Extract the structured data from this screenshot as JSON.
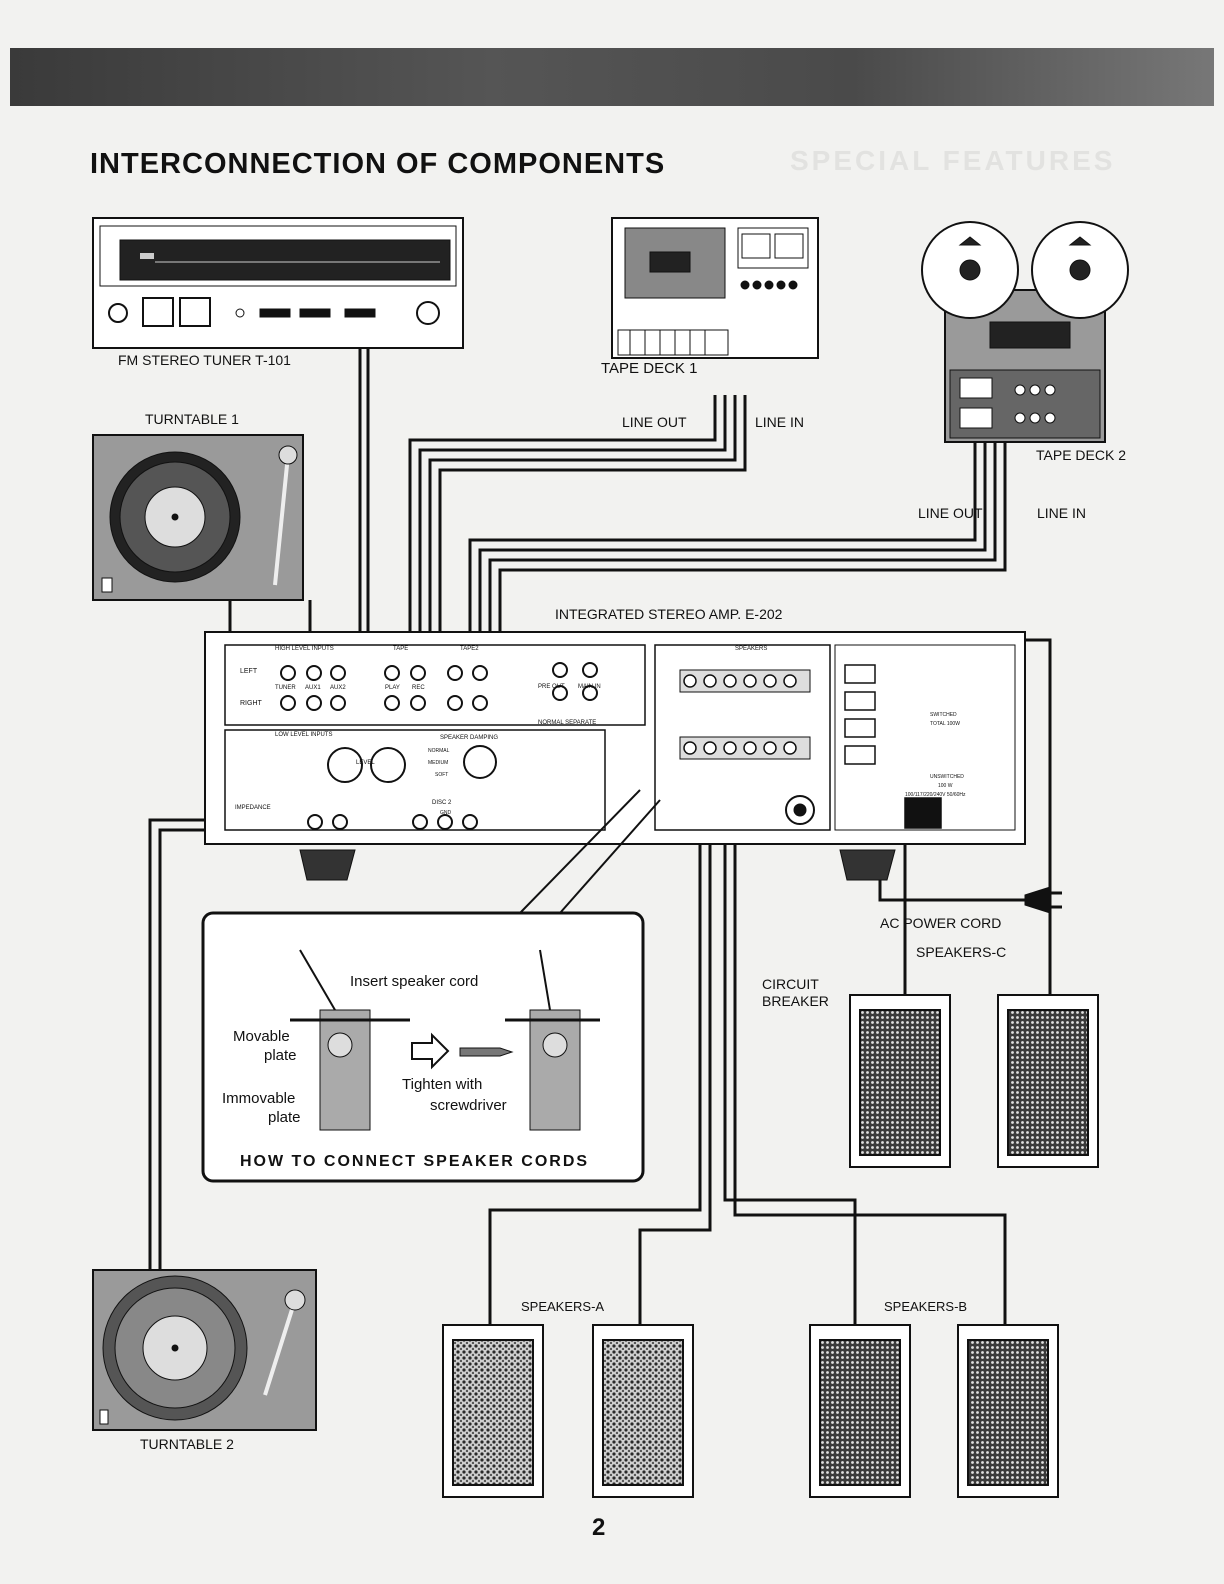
{
  "page": {
    "title": "INTERCONNECTION OF COMPONENTS",
    "bleed_title": "SPECIAL FEATURES",
    "page_number": "2"
  },
  "components": {
    "tuner": "FM STEREO TUNER T-101",
    "turntable1": "TURNTABLE 1",
    "turntable2": "TURNTABLE 2",
    "tape_deck1": "TAPE DECK 1",
    "tape_deck2": "TAPE DECK 2",
    "amp": "INTEGRATED STEREO AMP. E-202",
    "speakers_a": "SPEAKERS-A",
    "speakers_b": "SPEAKERS-B",
    "speakers_c": "SPEAKERS-C",
    "ac_cord": "AC POWER CORD",
    "circuit_breaker_1": "CIRCUIT",
    "circuit_breaker_2": "BREAKER"
  },
  "connections": {
    "deck1_out": "LINE OUT",
    "deck1_in": "LINE IN",
    "deck2_out": "LINE OUT",
    "deck2_in": "LINE IN"
  },
  "amp_panel": {
    "high_level_inputs": "HIGH LEVEL INPUTS",
    "left": "LEFT",
    "right": "RIGHT",
    "tuner": "TUNER",
    "aux1": "AUX1",
    "aux2": "AUX2",
    "tape": "TAPE",
    "tape2": "TAPE2",
    "play": "PLAY",
    "rec": "REC",
    "pre_out": "PRE OUT",
    "main_in": "MAIN IN",
    "normal_separate": "NORMAL SEPARATE",
    "low_level_inputs": "LOW LEVEL INPUTS",
    "level": "LEVEL",
    "speaker_damping": "SPEAKER DAMPING",
    "normal": "NORMAL",
    "medium": "MEDIUM",
    "soft": "SOFT",
    "impedance": "IMPEDANCE",
    "disc2": "DISC 2",
    "gnd": "GND",
    "speakers": "SPEAKERS",
    "switched": "SWITCHED",
    "switched_total": "TOTAL 100W",
    "unswitched": "UNSWITCHED",
    "unswitched_watt": "100 W",
    "voltage": "100/117/220/240V 50/60Hz"
  },
  "howto": {
    "insert": "Insert speaker cord",
    "movable_1": "Movable",
    "movable_2": "plate",
    "immovable_1": "Immovable",
    "immovable_2": "plate",
    "tighten_1": "Tighten with",
    "tighten_2": "screwdriver",
    "caption": "HOW TO CONNECT SPEAKER CORDS"
  }
}
